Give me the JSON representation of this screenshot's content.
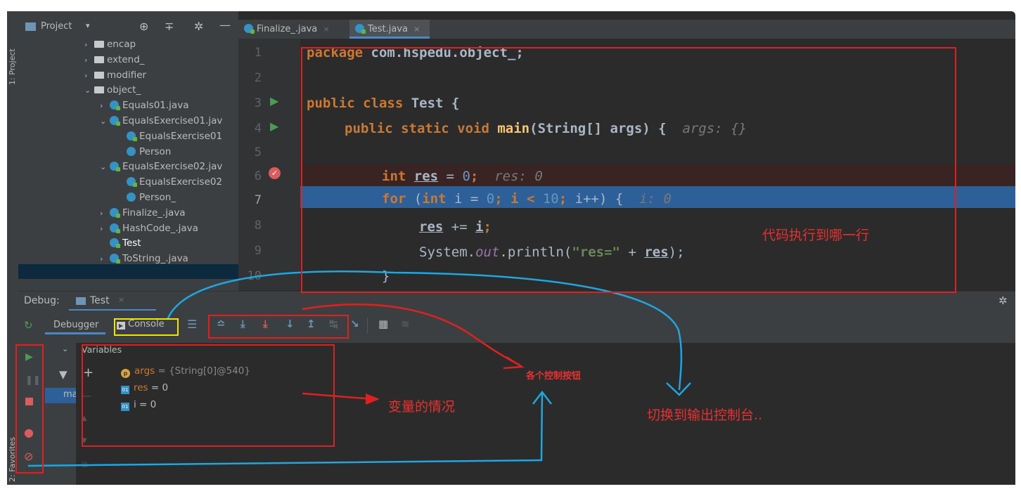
{
  "sidebar": {
    "left_strip_top": "1: Project",
    "left_strip_bottom": "2: Favorites",
    "project_label": "Project",
    "tree": [
      {
        "label": "encap",
        "type": "folder",
        "level": 2,
        "expanded": false
      },
      {
        "label": "extend_",
        "type": "folder",
        "level": 2,
        "expanded": false
      },
      {
        "label": "modifier",
        "type": "folder",
        "level": 2,
        "expanded": false
      },
      {
        "label": "object_",
        "type": "folder",
        "level": 2,
        "expanded": true
      },
      {
        "label": "Equals01.java",
        "type": "java",
        "level": 3,
        "expanded": false
      },
      {
        "label": "EqualsExercise01.jav",
        "type": "java",
        "level": 3,
        "expanded": true
      },
      {
        "label": "EqualsExercise01",
        "type": "class-main",
        "level": 4
      },
      {
        "label": "Person",
        "type": "class",
        "level": 4
      },
      {
        "label": "EqualsExercise02.jav",
        "type": "java",
        "level": 3,
        "expanded": true
      },
      {
        "label": "EqualsExercise02",
        "type": "class-main",
        "level": 4
      },
      {
        "label": "Person_",
        "type": "class",
        "level": 4
      },
      {
        "label": "Finalize_.java",
        "type": "java",
        "level": 3,
        "expanded": false
      },
      {
        "label": "HashCode_.java",
        "type": "java",
        "level": 3,
        "expanded": false
      },
      {
        "label": "Test",
        "type": "class-main",
        "level": 3,
        "selected": true
      },
      {
        "label": "ToString_.java",
        "type": "java",
        "level": 3,
        "expanded": false
      }
    ]
  },
  "editor": {
    "tabs": [
      {
        "label": "Finalize_.java",
        "active": false
      },
      {
        "label": "Test.java",
        "active": true
      }
    ],
    "line_numbers": [
      "1",
      "2",
      "3",
      "4",
      "5",
      "6",
      "7",
      "8",
      "9",
      "10"
    ],
    "code": {
      "l1_kw": "package",
      "l1_rest": " com.hspedu.object_;",
      "l3_kw": "public class",
      "l3_rest": " Test {",
      "l4_kw1": "public static void",
      "l4_fn": "main",
      "l4_rest": "(String[] args) {",
      "l4_hint": "args: {}",
      "l6_kw": "int",
      "l6_var": "res",
      "l6_eq": " = ",
      "l6_num": "0",
      "l6_semi": ";",
      "l6_hint": "res: 0",
      "l7_kw": "for",
      "l7_p1": " (",
      "l7_kw2": "int",
      "l7_p2": " i = ",
      "l7_n1": "0",
      "l7_p3": "; i < ",
      "l7_n2": "10",
      "l7_p4": "; ",
      "l7_p5": "i++",
      "l7_p6": ") {",
      "l7_hint": "i: 0",
      "l8_v1": "res",
      "l8_mid": " += ",
      "l8_v2": "i",
      "l8_semi": ";",
      "l9_a": "System.",
      "l9_out": "out",
      "l9_b": ".println(",
      "l9_str": "\"res=\"",
      "l9_c": " + ",
      "l9_var": "res",
      "l9_d": ");",
      "l10": "}"
    }
  },
  "debug": {
    "label": "Debug:",
    "run_tab": "Test",
    "tabs": [
      "Debugger",
      "Console"
    ],
    "variables_header": "Variables",
    "frame_label": "mai",
    "variables": [
      {
        "name": "args",
        "value": " = {String[0]@540}",
        "kind": "param"
      },
      {
        "name": "res",
        "value": " = 0",
        "kind": "local"
      },
      {
        "name": "i",
        "value": " = 0",
        "kind": "local"
      }
    ]
  },
  "annotations": {
    "code_line": "代码执行到哪一行",
    "buttons": "各个控制按钮",
    "variables": "变量的情况",
    "console": "切换到输出控制台.."
  },
  "colors": {
    "annotation_red": "#e02020",
    "annotation_blue": "#1ea7e1",
    "console_highlight": "#f2e600"
  }
}
